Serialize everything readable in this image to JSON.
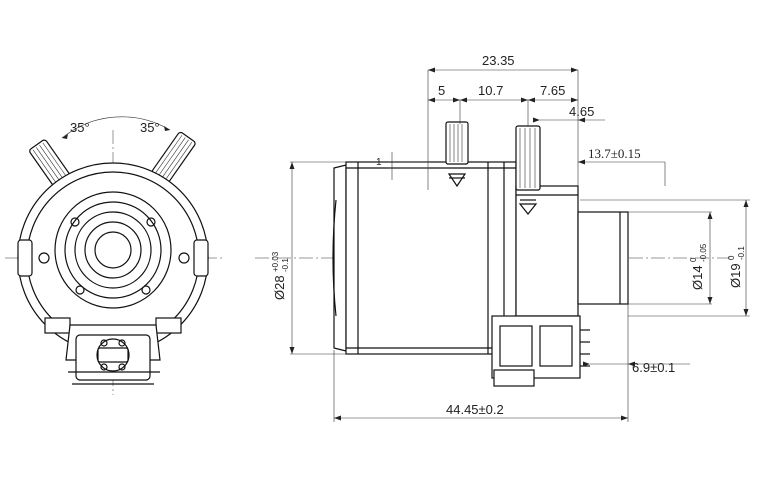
{
  "front_view": {
    "angle_left": "35°",
    "angle_right": "35°"
  },
  "side_view": {
    "dim_overall_top": "23.35",
    "dim_5": "5",
    "dim_10_7": "10.7",
    "dim_7_65": "7.65",
    "dim_4_65": "4.65",
    "dim_13_7": "13.7±0.15",
    "dim_1": "1",
    "dim_dia28_main": "Ø28",
    "dim_dia28_upper": "+0.03",
    "dim_dia28_lower": "-0.1",
    "dim_dia14_main": "Ø14",
    "dim_dia14_upper": "0",
    "dim_dia14_lower": "-0.05",
    "dim_dia19_main": "Ø19",
    "dim_dia19_upper": "0",
    "dim_dia19_lower": "-0.1",
    "dim_6_9": "6.9±0.1",
    "dim_44_45": "44.45±0.2"
  }
}
